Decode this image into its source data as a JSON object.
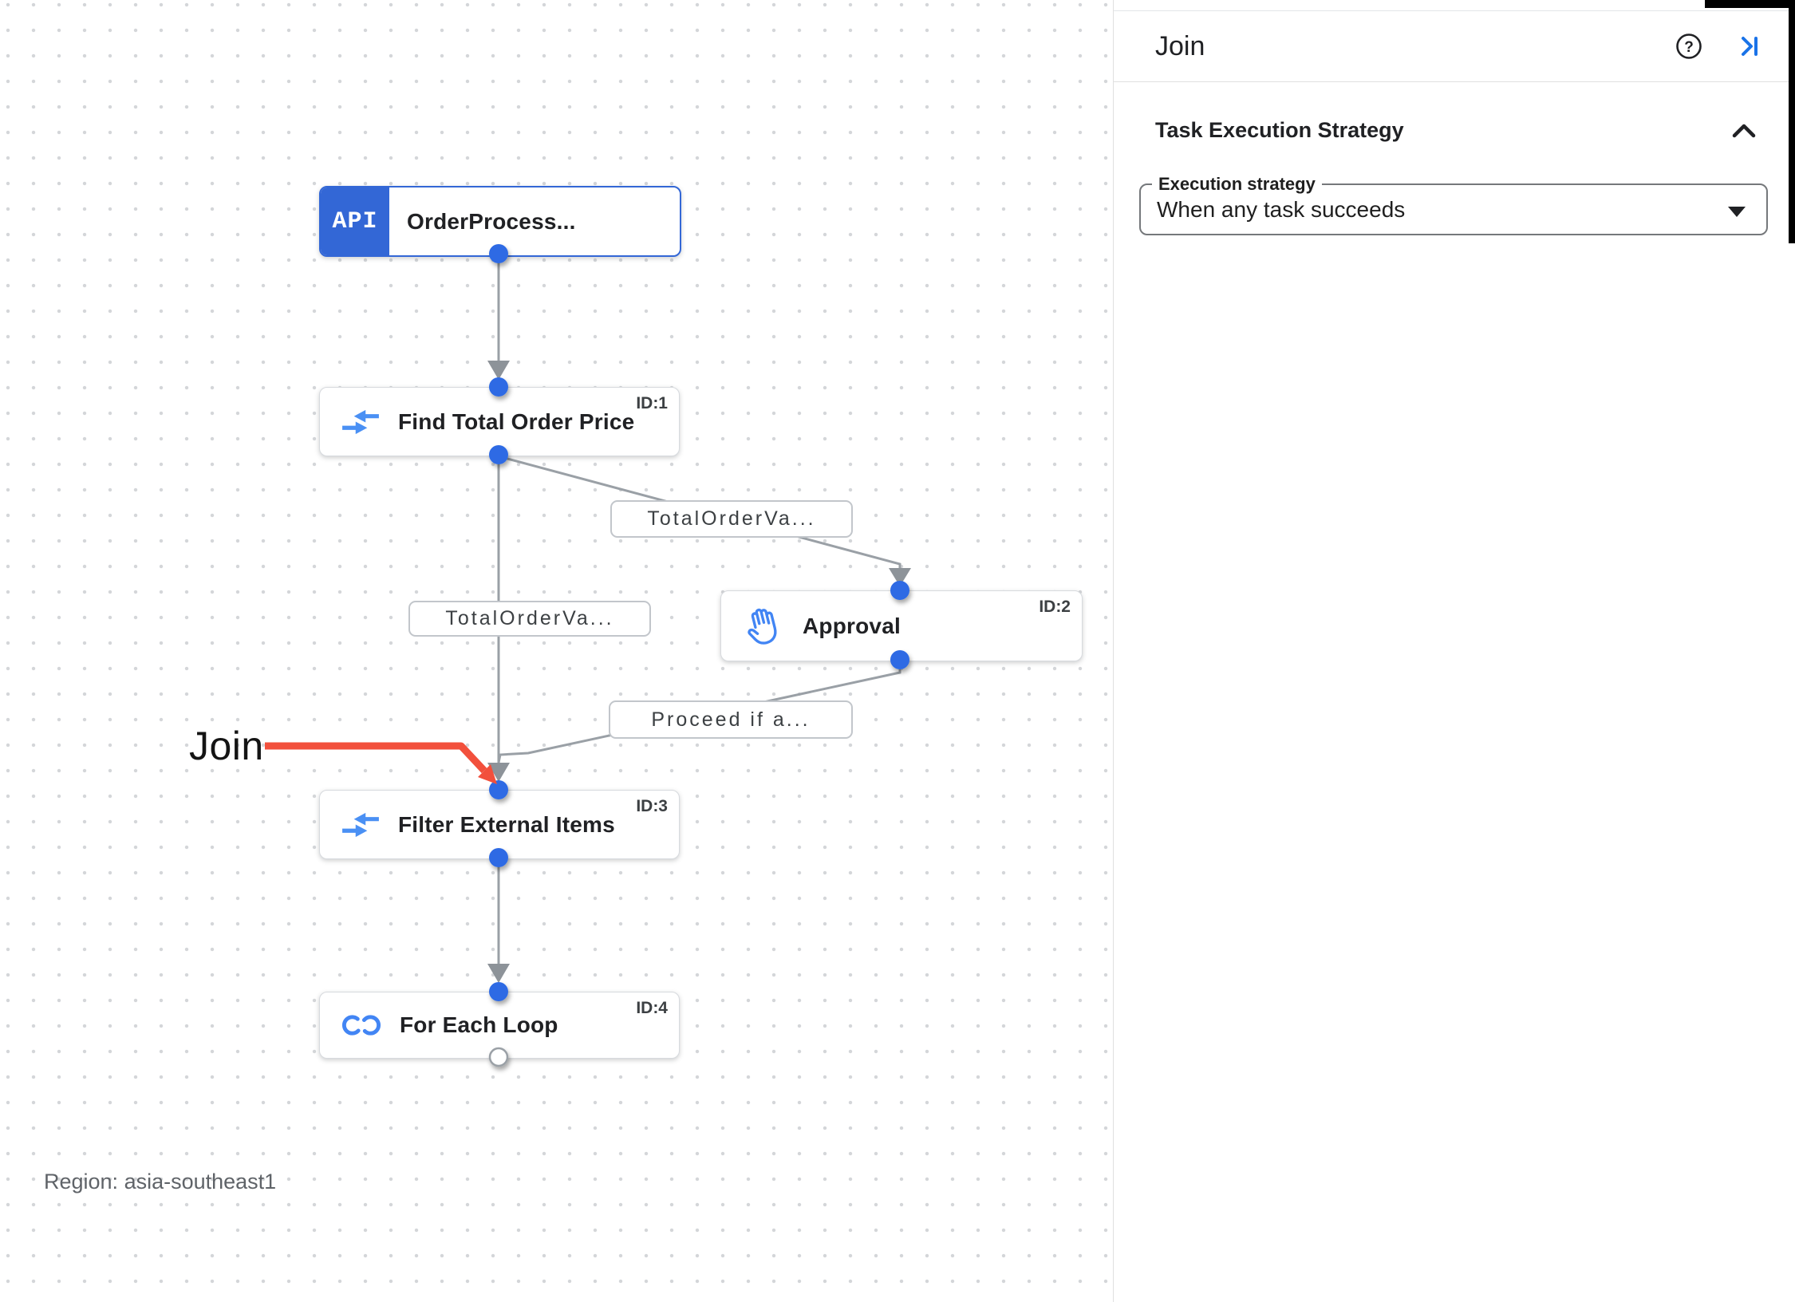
{
  "panel": {
    "title": "Join",
    "help_icon_glyph": "?",
    "section": {
      "heading": "Task Execution Strategy",
      "field_label": "Execution strategy",
      "field_value": "When any task succeeds"
    }
  },
  "canvas": {
    "region_label": "Region: asia-southeast1",
    "annotation_text": "Join",
    "trigger": {
      "badge": "API",
      "title": "OrderProcess..."
    },
    "nodes": [
      {
        "title": "Find Total Order Price",
        "id_label": "ID:1",
        "icon": "data-mapping-icon"
      },
      {
        "title": "Approval",
        "id_label": "ID:2",
        "icon": "approval-hand-icon"
      },
      {
        "title": "Filter External Items",
        "id_label": "ID:3",
        "icon": "data-mapping-icon"
      },
      {
        "title": "For Each Loop",
        "id_label": "ID:4",
        "icon": "for-each-loop-icon"
      }
    ],
    "edge_labels": [
      "TotalOrderVa...",
      "TotalOrderVa...",
      "Proceed if a..."
    ]
  },
  "colors": {
    "accent_blue": "#1a73e8",
    "node_blue": "#3367d6",
    "icon_blue": "#4285f4",
    "connector_blue": "#2e6be4",
    "edge_gray": "#9aa0a6",
    "annotation_red": "#f2503c"
  }
}
